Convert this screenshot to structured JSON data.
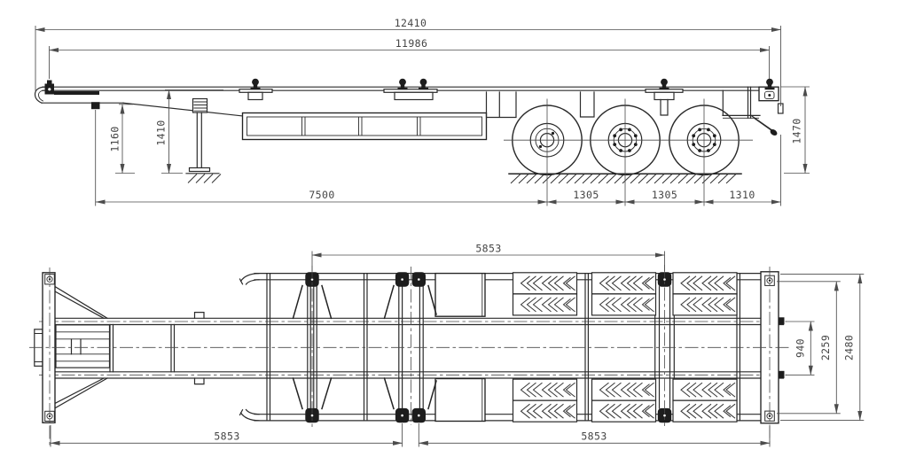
{
  "side_view": {
    "dims": {
      "total_length": "12410",
      "inner_length": "11986",
      "height_front": "1160",
      "height_mid": "1410",
      "height_rear": "1470",
      "kingpin_to_first_axle": "7500",
      "axle_spacing_1": "1305",
      "axle_spacing_2": "1305",
      "rear_overhang": "1310"
    }
  },
  "plan_view": {
    "dims": {
      "center_lock_spacing": "5853",
      "front_lock_spacing": "5853",
      "rear_lock_spacing": "5853",
      "rail_spacing": "940",
      "inner_width": "2259",
      "overall_width": "2480"
    }
  },
  "colors": {
    "line": "#2b2b2b",
    "dimension": "#4c4c4c",
    "background": "#ffffff"
  }
}
